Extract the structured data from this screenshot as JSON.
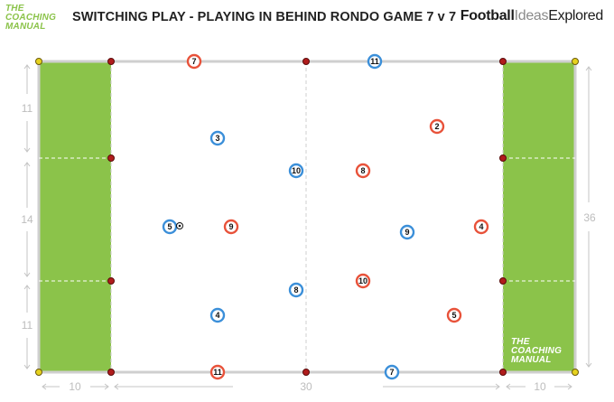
{
  "header": {
    "logo_line1": "THE",
    "logo_line2": "COACHING",
    "logo_line3": "MANUAL",
    "title": "SWITCHING PLAY - PLAYING IN BEHIND RONDO GAME 7 v 7",
    "brand_part1": "Football",
    "brand_part2": "Ideas",
    "brand_part3": "Explored"
  },
  "watermark": {
    "line1": "THE",
    "line2": "COACHING",
    "line3": "MANUAL"
  },
  "dimensions": {
    "left_top": "11",
    "left_middle": "14",
    "left_bottom": "11",
    "right_height": "36",
    "bottom_left": "10",
    "bottom_middle": "30",
    "bottom_right": "10"
  },
  "players": {
    "red": [
      "7",
      "2",
      "8",
      "9",
      "4",
      "10",
      "5",
      "11"
    ],
    "blue": [
      "11",
      "3",
      "10",
      "5",
      "9",
      "8",
      "4",
      "7"
    ]
  },
  "colors": {
    "red_team": "#e8523a",
    "blue_team": "#3b8fd9",
    "end_zone": "#8bc34a",
    "cone": "#b01c1c",
    "corner_cone": "#e6d21e"
  }
}
